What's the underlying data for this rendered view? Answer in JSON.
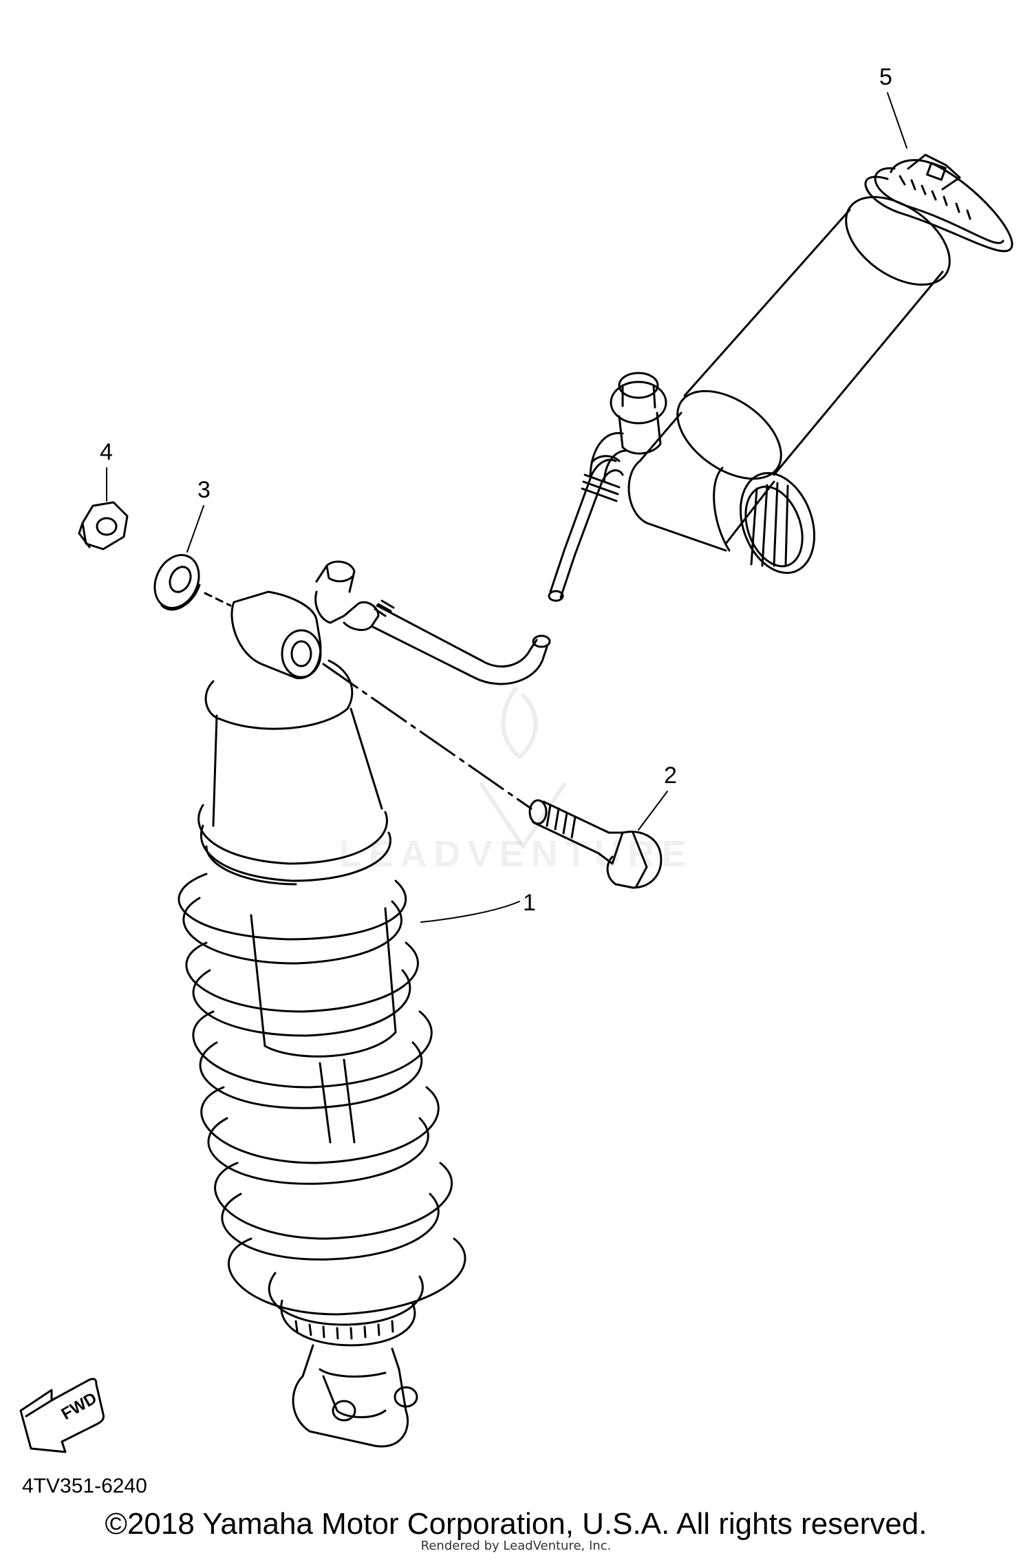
{
  "callouts": {
    "c1": "1",
    "c2": "2",
    "c3": "3",
    "c4": "4",
    "c5": "5"
  },
  "fwd_label": "FWD",
  "part_code": "4TV351-6240",
  "copyright": "©2018 Yamaha Motor Corporation, U.S.A. All rights reserved.",
  "rendered_by": "Rendered by LeadVenture, Inc.",
  "watermark": "LEADVENTURE"
}
